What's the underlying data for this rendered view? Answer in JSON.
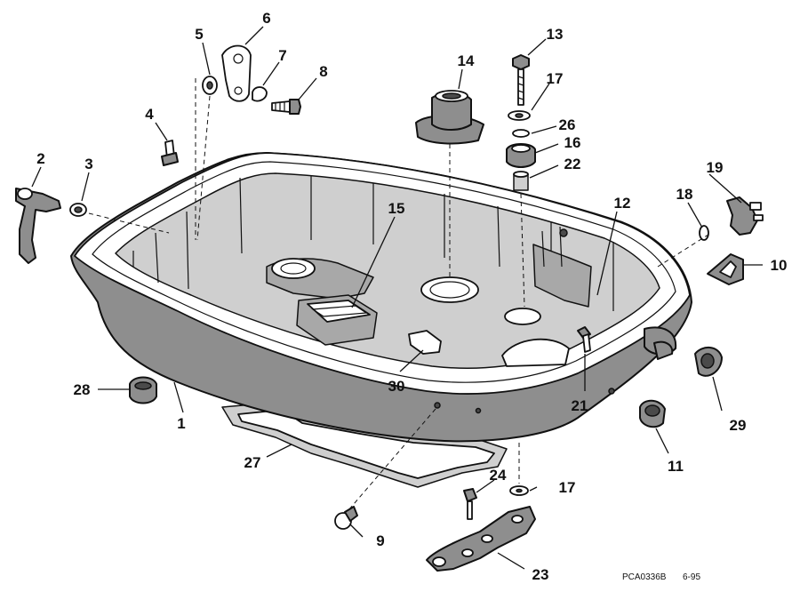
{
  "diagram": {
    "part_labels": {
      "p1": "1",
      "p2": "2",
      "p3": "3",
      "p4": "4",
      "p5": "5",
      "p6": "6",
      "p7": "7",
      "p8": "8",
      "p9": "9",
      "p10": "10",
      "p11": "11",
      "p12": "12",
      "p13": "13",
      "p14": "14",
      "p15": "15",
      "p16": "16",
      "p17a": "17",
      "p17b": "17",
      "p18": "18",
      "p19": "19",
      "p21": "21",
      "p22": "22",
      "p23": "23",
      "p24": "24",
      "p26": "26",
      "p27": "27",
      "p28": "28",
      "p29": "29",
      "p30": "30"
    },
    "drawing_code": "PCA0336B",
    "revision_date": "6-95"
  }
}
